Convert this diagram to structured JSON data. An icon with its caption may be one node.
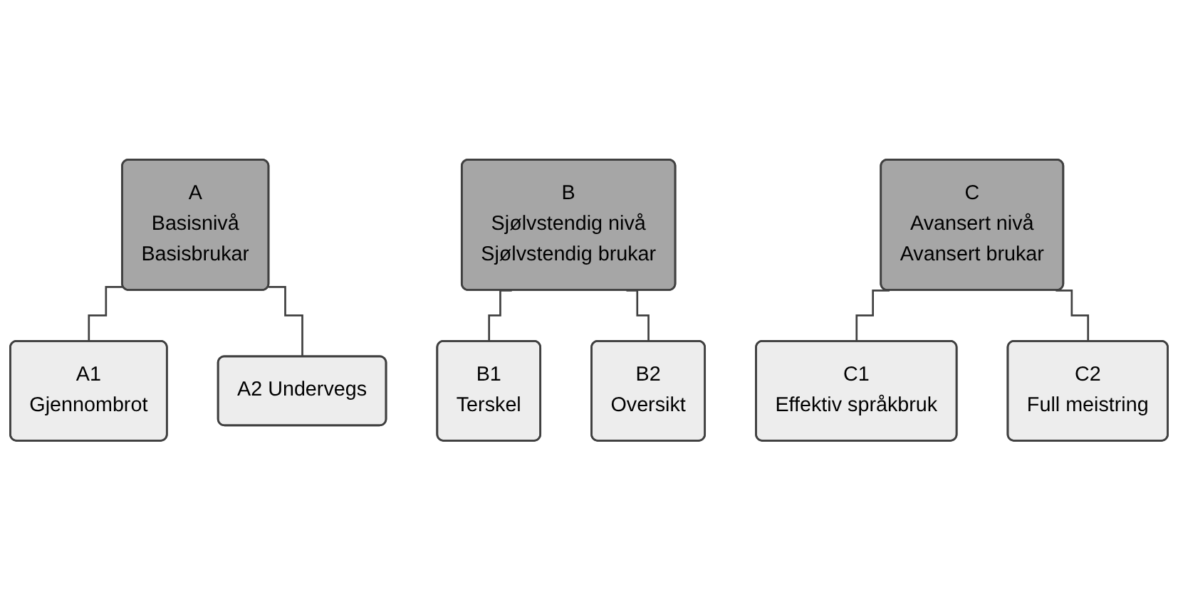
{
  "diagram": {
    "nodes": [
      {
        "text": [
          "A",
          "Basisnivå",
          "Basisbrukar"
        ]
      },
      {
        "text": [
          "A1",
          "Gjennombrot"
        ]
      },
      {
        "text": [
          "A2 Undervegs"
        ]
      },
      {
        "text": [
          "B",
          "Sjølvstendig nivå",
          "Sjølvstendig brukar"
        ]
      },
      {
        "text": [
          "B1",
          "Terskel"
        ]
      },
      {
        "text": [
          "B2",
          "Oversikt"
        ]
      },
      {
        "text": [
          "C",
          "Avansert nivå",
          "Avansert brukar"
        ]
      },
      {
        "text": [
          "C1",
          "Effektiv språkbruk"
        ]
      },
      {
        "text": [
          "C2",
          "Full meistring"
        ]
      }
    ],
    "edges": [
      {
        "from": 0,
        "to": 1,
        "arrow": "none"
      },
      {
        "from": 0,
        "to": 2,
        "arrow": "none"
      },
      {
        "from": 3,
        "to": 4,
        "arrow": "none"
      },
      {
        "from": 3,
        "to": 5,
        "arrow": "none"
      },
      {
        "from": 6,
        "to": 7,
        "arrow": "none"
      },
      {
        "from": 6,
        "to": 8,
        "arrow": "none"
      }
    ]
  }
}
